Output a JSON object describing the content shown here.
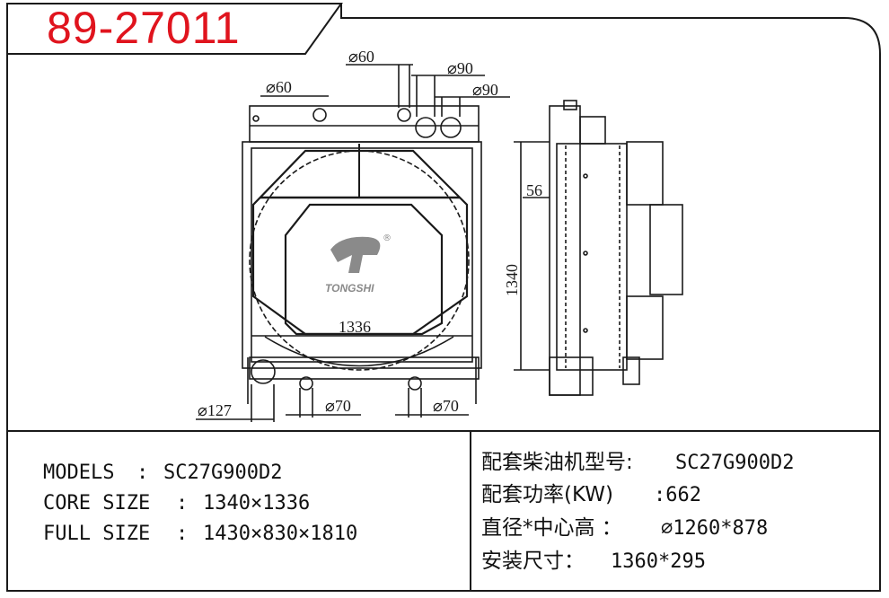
{
  "part_number": "89-27011",
  "drawing": {
    "front_dims": {
      "pipe_top_left": "⌀60",
      "pipe_top_mid": "⌀60",
      "pipe_top_right_1": "⌀90",
      "pipe_top_right_2": "⌀90",
      "core_width": "1336",
      "pipe_bottom_left": "⌀127",
      "pipe_bottom_mid": "⌀70",
      "pipe_bottom_right": "⌀70"
    },
    "side_dims": {
      "core_height": "1340",
      "depth": "56"
    },
    "logo": {
      "brand": "TONGSHI",
      "registered": "®"
    }
  },
  "specs_en": [
    {
      "label": "MODELS",
      "value": "SC27G900D2"
    },
    {
      "label": "CORE SIZE",
      "value": "1340×1336"
    },
    {
      "label": "FULL SIZE",
      "value": "1430×830×1810"
    }
  ],
  "specs_cn": [
    {
      "label": "配套柴油机型号:",
      "value": "SC27G900D2"
    },
    {
      "label": "配套功率(KW)",
      "value": ":662"
    },
    {
      "label": "直径*中心高 ：",
      "value": "⌀1260*878"
    },
    {
      "label": "安装尺寸：",
      "value": "1360*295"
    }
  ],
  "colors": {
    "part_number": "#e0141e",
    "line": "#1a1a1a",
    "logo_gray": "#8a8a8a"
  }
}
